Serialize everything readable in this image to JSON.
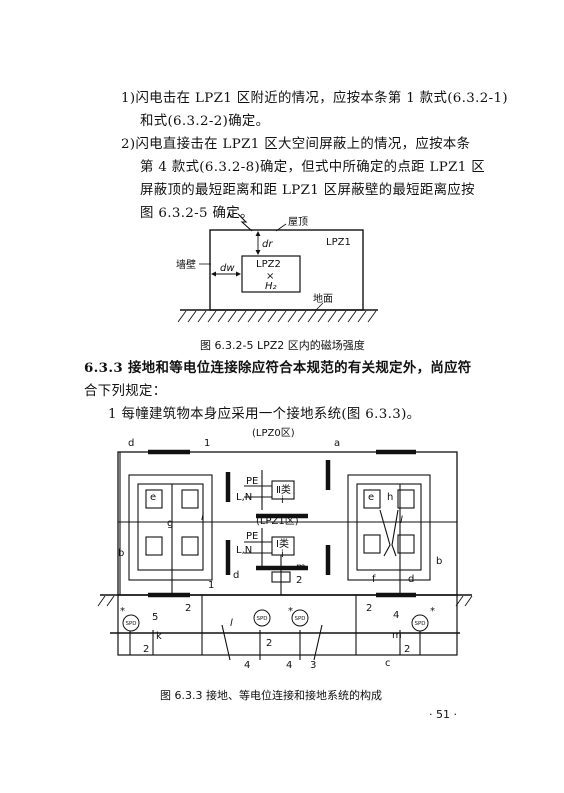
{
  "items": {
    "item1_line1": "1)闪电击在 LPZ1 区附近的情况，应按本条第 1 款式(6.3.2-1)",
    "item1_line2": "和式(6.3.2-2)确定。",
    "item2_line1": "2)闪电直接击在 LPZ1 区大空间屏蔽上的情况，应按本条",
    "item2_line2": "第 4 款式(6.3.2-8)确定，但式中所确定的点距 LPZ1 区",
    "item2_line3": "屏蔽顶的最短距离和距 LPZ1 区屏蔽壁的最短距离应按",
    "item2_line4": "图 6.3.2-5 确定。"
  },
  "fig1": {
    "i0": "i₀",
    "roof": "屋顶",
    "dr": "dr",
    "lpz1": "LPZ1",
    "wall": "墙壁",
    "dw": "dw",
    "lpz2": "LPZ2",
    "cross": "×",
    "h2": "H₂",
    "ground": "地面",
    "caption": "图 6.3.2-5   LPZ2 区内的磁场强度"
  },
  "section": {
    "line1": "6.3.3   接地和等电位连接除应符合本规范的有关规定外，尚应符",
    "line2": "合下列规定：",
    "item_line": "1    每幢建筑物本身应采用一个接地系统(图 6.3.3)。"
  },
  "fig2": {
    "lpz0": "(LPZ0区)",
    "lpz1": "(LPZ1区)",
    "pe": "PE",
    "ln": "L,N",
    "class2": "Ⅱ类",
    "class1": "Ⅰ类",
    "i": "i",
    "a": "a",
    "b": "b",
    "c": "c",
    "d": "d",
    "e": "e",
    "f": "f",
    "g": "g",
    "h": "h",
    "k": "k",
    "l": "l",
    "m": "m",
    "n1": "1",
    "n2": "2",
    "n3": "3",
    "n4": "4",
    "n5": "5",
    "spd": "SPD",
    "star": "*",
    "caption": "图 6.3.3   接地、等电位连接和接地系统的构成"
  },
  "page_number": "· 51 ·"
}
